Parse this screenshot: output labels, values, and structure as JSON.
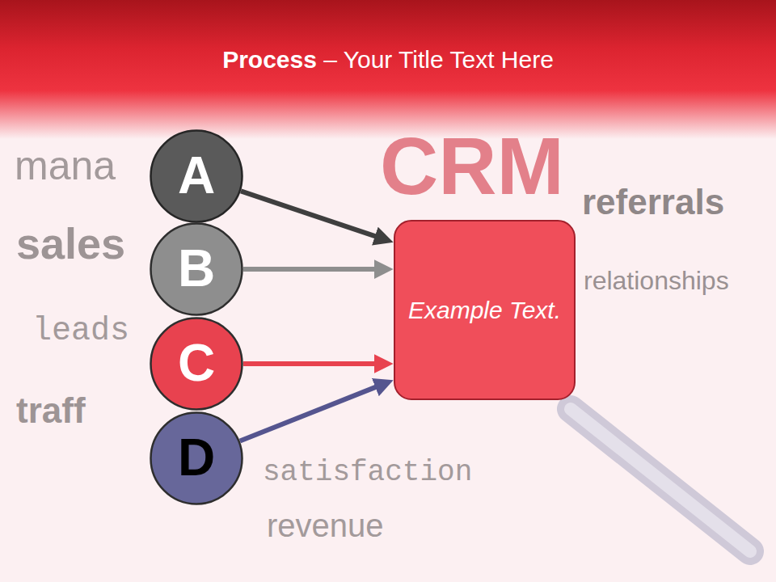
{
  "diagram": {
    "title": "Process – Your Title Text Here",
    "nodes": [
      {
        "text": [
          "A"
        ]
      },
      {
        "text": [
          "B"
        ]
      },
      {
        "text": [
          "C"
        ]
      },
      {
        "text": [
          "D"
        ]
      },
      {
        "text": [
          "Example Text."
        ]
      }
    ],
    "edges": [
      {
        "from": 0,
        "to": 4,
        "arrow": "to"
      },
      {
        "from": 1,
        "to": 4,
        "arrow": "to"
      },
      {
        "from": 2,
        "to": 4,
        "arrow": "to"
      },
      {
        "from": 3,
        "to": 4,
        "arrow": "to"
      }
    ],
    "labels": [
      "mana",
      "sales",
      "leads",
      "traff",
      "CRM",
      "referrals",
      "relationships",
      "satisfaction",
      "revenue"
    ]
  }
}
